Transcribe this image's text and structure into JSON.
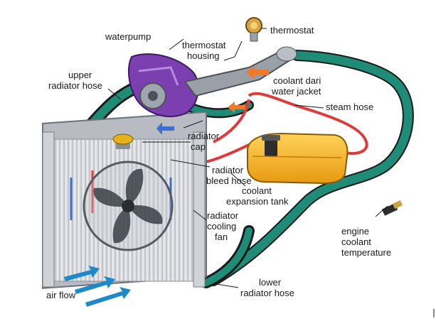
{
  "labels": {
    "waterpump": "waterpump",
    "thermostat": "thermostat",
    "thermostat_housing": [
      "thermostat",
      "housing"
    ],
    "upper_radiator_hose": [
      "upper",
      "radiator hose"
    ],
    "coolant_dari_water_jacket": [
      "coolant dari",
      "water jacket"
    ],
    "steam_hose": "steam hose",
    "radiator_cap": [
      "radiator",
      "cap"
    ],
    "radiator_bleed_hose": [
      "radiator",
      "bleed hose"
    ],
    "coolant_expansion_tank": [
      "coolant",
      "expansion tank"
    ],
    "radiator_cooling_fan": [
      "radiator",
      "cooling",
      "fan"
    ],
    "engine_coolant_temperature": [
      "engine",
      "coolant",
      "temperature"
    ],
    "lower_radiator_hose": [
      "lower",
      "radiator hose"
    ],
    "air_flow": "air flow"
  },
  "colors": {
    "hose_green": "#1f8c78",
    "hose_dark": "#2a2a2a",
    "bleed_red": "#e23a3a",
    "tank_yellow": "#f2b21c",
    "pump_purple": "#7b3fb0",
    "radiator_silver": "#d6d8dc",
    "fan_dark": "#3a3f47",
    "airflow_blue": "#1e88c8",
    "flow_arrow_orange": "#f07a2a"
  },
  "icons": [
    "thermostat-icon",
    "temperature-sensor-icon",
    "fan-icon",
    "airflow-arrow-icon"
  ]
}
